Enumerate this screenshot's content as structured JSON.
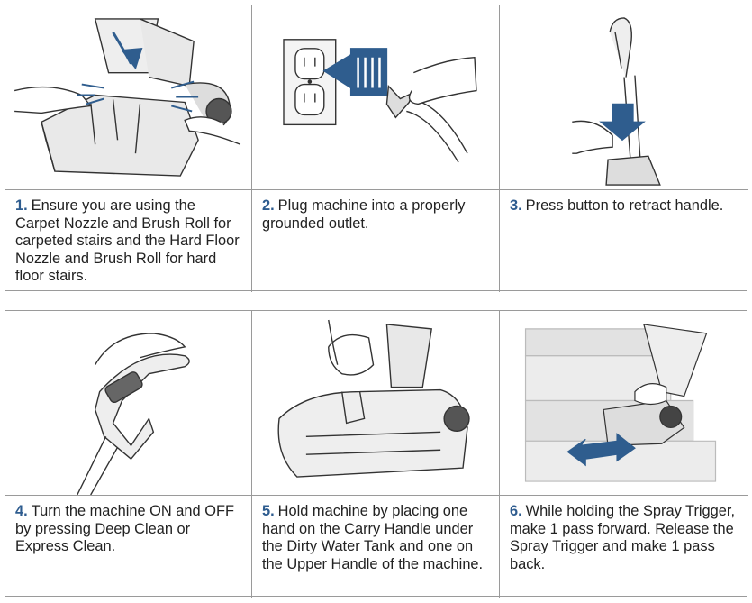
{
  "colors": {
    "accent": "#2e5c8f",
    "arrow": "#2f5d8e",
    "border": "#9a9a9a",
    "line": "#333333"
  },
  "steps": [
    {
      "number": "1.",
      "text": "Ensure you are using the Carpet Nozzle and Brush Roll for carpeted stairs and the Hard Floor Nozzle and Brush Roll for hard floor stairs.",
      "illustration": "hands-attaching-nozzle"
    },
    {
      "number": "2.",
      "text": "Plug machine into a properly grounded outlet.",
      "illustration": "plug-into-outlet"
    },
    {
      "number": "3.",
      "text": "Press button to retract handle.",
      "illustration": "retract-handle"
    },
    {
      "number": "4.",
      "text": "Turn the machine ON and OFF by pressing Deep Clean or Express Clean.",
      "illustration": "handle-buttons"
    },
    {
      "number": "5.",
      "text": "Hold machine by placing one hand on the Carry Handle under the Dirty Water Tank and one on the Upper Handle of the machine.",
      "illustration": "carry-handle"
    },
    {
      "number": "6.",
      "text": "While holding the Spray Trigger, make 1 pass forward. Release the Spray Trigger and make 1 pass back.",
      "illustration": "cleaning-stairs"
    }
  ]
}
